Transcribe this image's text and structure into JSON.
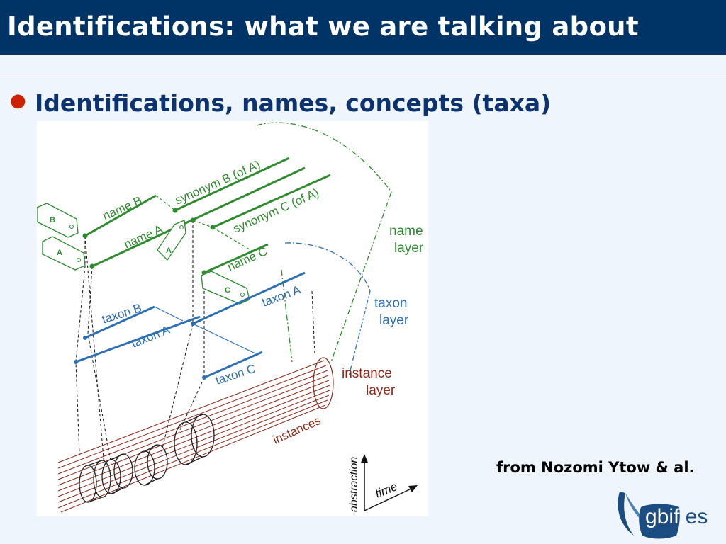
{
  "title": "Identifications: what we are talking about",
  "bullet": "Identifications, names, concepts (taxa)",
  "credit": "from  Nozomi Ytow & al.",
  "figure": {
    "name_labels": [
      "name B",
      "name A",
      "synonym B (of A)",
      "synonym C (of A)",
      "name C"
    ],
    "taxon_labels": [
      "taxon B",
      "taxon A",
      "taxon A",
      "taxon C"
    ],
    "tag_letters": [
      "B",
      "A",
      "A",
      "C"
    ],
    "layer_labels": {
      "name_1": "name",
      "name_2": "layer",
      "taxon_1": "taxon",
      "taxon_2": "layer",
      "instance_1": "instance",
      "instance_2": "layer"
    },
    "instances_label": "instances",
    "axis_abstraction": "abstraction",
    "axis_time": "time"
  },
  "logo": {
    "main": "gbif",
    "dot": ".",
    "suffix": "es"
  },
  "colors": {
    "title_bg": "#003366",
    "title_text": "#ffffff",
    "bullet_text": "#0c3370",
    "bullet_dot": "#cc2200",
    "rule": "#c2513c",
    "name_layer": "#2e8b2e",
    "taxon_layer": "#2d6fb5",
    "instance_layer": "#8b2a18"
  }
}
